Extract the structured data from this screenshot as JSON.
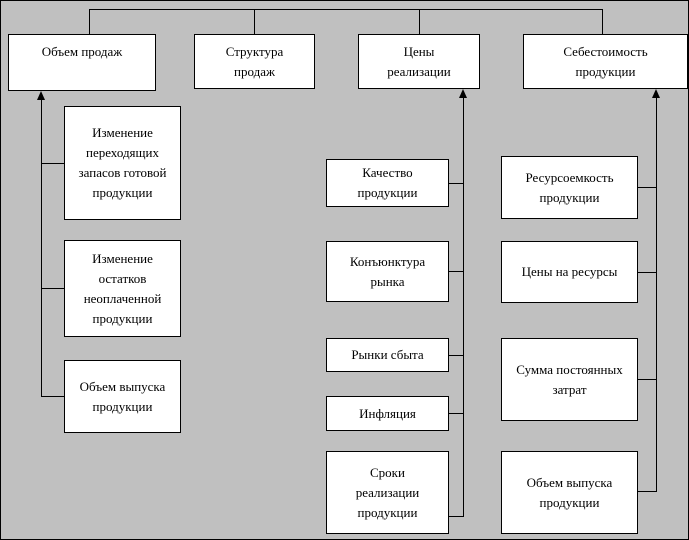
{
  "canvas": {
    "background_color": "#c0c0c0",
    "box_fill_color": "#ffffff",
    "line_color": "#000000",
    "text_color": "#000000"
  },
  "nodes": {
    "sales_volume": "Объем продаж",
    "sales_structure": "Структура продаж",
    "realization_prices": "Цены реализации",
    "production_cost": "Себестоимость продукции",
    "carryover_stock_change": "Изменение переходящих запасов готовой продукции",
    "unpaid_balance_change": "Изменение остатков неоплаченной продукции",
    "output_volume_left": "Объем выпуска продукции",
    "product_quality": "Качество продукции",
    "market_conditions": "Конъюнктура рынка",
    "sales_markets": "Рынки сбыта",
    "inflation": "Инфляция",
    "realization_terms": "Сроки реализации продукции",
    "resource_intensity": "Ресурсоемкость продукции",
    "resource_prices": "Цены на ресурсы",
    "fixed_costs_sum": "Сумма постоянных затрат",
    "output_volume_right": "Объем выпуска продукции"
  }
}
